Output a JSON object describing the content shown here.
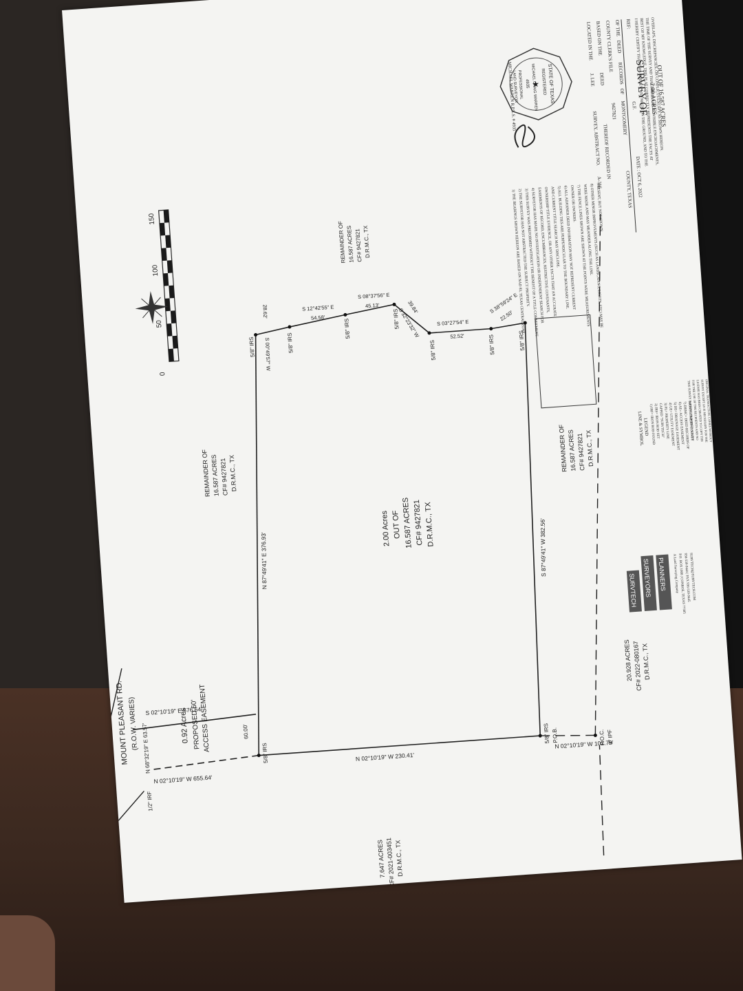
{
  "road": {
    "name": "MOUNT PLEASANT RD.",
    "row": "(R.O.W. VARIES)",
    "marker": "1/2\" IRF",
    "call_north": "N 68°32'19\" E 63.57'",
    "call_south": "N 02°10'19\" W 655.64'"
  },
  "easement": {
    "call": "S 02°10'19\" E 676.64'",
    "area": "0.92 Acres",
    "label_1": "PROPOSED 60'",
    "label_2": "ACCESS EASEMENT",
    "width": "60.00'"
  },
  "west_line": {
    "call_main": "N 02°10'19\" W 230.41'",
    "call_poc": "N 02°10'19\" W 102.79'"
  },
  "north_line": {
    "call": "N 87°49'41\" E 376.93'"
  },
  "south_line": {
    "call": "S 87°49'41\" W 382.56'"
  },
  "markers": {
    "irs": "5/8\" IRS",
    "pob": "P.O.B.",
    "poc": "P.O.C.",
    "ipf": "3\" IPF"
  },
  "east_calls": {
    "c1": "S 00°49'57\" W",
    "c1_dist": "28.62'",
    "c2": "S 12°42'55\" E",
    "c2_dist": "54.58'",
    "c3": "S 08°37'56\" E",
    "c3_dist": "45.13'",
    "c4": "S 32°23'32\" W",
    "c4_dist": "39.84'",
    "c5": "S 03°27'54\" E",
    "c5_dist": "52.52'",
    "c6": "S 38°59'24\" E",
    "c6_dist": "22.50'"
  },
  "tract": {
    "l1": "2.00 Acres",
    "l2": "OUT OF",
    "l3": "16.587 ACRES",
    "l4": "CF# 9427821",
    "l5": "D.R.M.C., TX"
  },
  "remainder": {
    "l1": "REMAINDER OF",
    "l2": "16.587 ACRES",
    "l3": "CF# 9427821",
    "l4": "D.R.M.C., TX"
  },
  "remainder_ne": {
    "l1": "REMAINDER OF",
    "l2": "16.587 ACRES",
    "l3": "CF# 9427821",
    "l4": "D.R.M.C., TX"
  },
  "adjoiner_west": {
    "l1": "7.647 ACRES",
    "l2": "CF# 2021-003451",
    "l3": "D.R.M.C., TX"
  },
  "adjoiner_south": {
    "l1": "20.928 ACRES",
    "l2": "CF# 2022-080167",
    "l3": "D.R.M.C., TX"
  },
  "scale": {
    "s0": "0",
    "s1": "50",
    "s2": "100",
    "s3": "150"
  },
  "title_block": {
    "title": "SURVEY OF",
    "sub1": "2.00 ACRES",
    "sub2": "OUT OF 16.587 ACRES",
    "located": "LOCATED IN THE",
    "survey_name": "J. LEE",
    "survey_abstract": "SURVEY, ABSTRACT NO.",
    "abstract_no": "A-316",
    "based_on": "BASED ON THE",
    "deed": "DEED",
    "recorded": "THEREOF RECORDED IN",
    "clerks_file": "COUNTY CLERK'S FILE",
    "file_no": "9427821",
    "of_the": "OF THE",
    "deed2": "DEED",
    "records": "RECORDS",
    "of": "OF",
    "county": "MONTGOMERY",
    "county_texas": "COUNTY, TEXAS",
    "ref": "REF:",
    "gf": "G.F.",
    "date": "DATE : OCT 6, 2022",
    "cert1": "I HEREBY CERTIFY THAT THIS SURVEY WAS MADE ON THE GROUND, AND TO THE",
    "cert2": "BEST OF MY KNOWLEDGE, THIS PLAT CORRECTLY REPRESENTS THE FACTS AT",
    "cert3": "THE TIME OF THE SURVEY AND THAT THERE ARE NO VISIBLE ENCROACHMENTS,",
    "cert4": "OVERLAPS, DISCREPANCIES, OR CONFLICTS EXCEPT AS SHOWN HEREON.",
    "surveyor": "MICHAEL WARREN R.P.L.S. # 4935"
  },
  "seal": {
    "state": "STATE OF TEXAS",
    "registered": "REGISTERED",
    "name": "MICHAEL CRAIG WARREN",
    "number": "4935",
    "professional": "PROFESSIONAL",
    "land": "LAND SURVEYOR"
  },
  "notes": [
    "1) THE BEARINGS SHOWN HEREON ARE BASED ON NAD 83, TEXAS CENTRAL ZONE.",
    "2) THE SURVEYOR HAS NOT ABSTRACTED THE SUBJECT PROPERTY.",
    "3) THIS SURVEY WAS PREFORMED WITHOUT THE BENEFIT OF A TITLE COMMITMENT.",
    "4) SURVEYOR HAS MADE NO INVESTIGATION OR INDEPENDENT SEARCH FOR",
    "EASEMENTS OF RECORD, ENCUMBRANCES, RESTRICTIVE COVENANTS,",
    "OWNERSHIP TITLE EVIDENCE, OR ANY OTHER FACTS THAT AN ACCURATE",
    "AND CURRENT TITLE SEARCH MAY DISCLOSE.",
    "5) ALL BUILDING TIES ARE PERPENDICULAR TO THE BOUNDARY LINE.",
    "6) ALL ADJOINER DEED INFORMATION MAY NOT REPRESENT CURRENT",
    "OWNER OR OWNERS.",
    "7) THE FENCE LINES SHOWN ARE SHOWN AT THE POINTS WERE MEASUREMENTS",
    "WERE MADE AND MAY MEANDER ALONG THE LINE.",
    "8) OTHER MINOR IMPROVEMENTS (SUCH AS LANDSCAPING, LIGHTS, ETC) MAY BE",
    "PRESENT, BUT NOT SHOWN."
  ],
  "legend": {
    "title": "LINE & SYMBOL",
    "title2": "LEGEND",
    "items": [
      "1) IRF= IRON ROD FOUND",
      "2) IRS= IRON ROD SET",
      "CAPPED \"SURVTECH\"",
      "3) PL= PROPERTY LINE",
      "4) UE= UTILITY EASEMENT",
      "5) DE= DRAINAGE EASEMENT",
      "6) AE= ACCESS EASEMENT",
      "7) DRMC= DEED RECORDS OF",
      "MONTGOMERY COUNTY"
    ]
  },
  "company": {
    "name1": "SURVTECH",
    "name2": "SURVEYORS",
    "name3": "PLANNERS",
    "tag": "A Land Surveying Company",
    "addr": "P.O. BOX 1008 | CONROE, TEXAS 77305",
    "phone": "936-539-9444 | FAX 936-539-9445",
    "email": "SURVTECH@SURVTECH.COM"
  },
  "footnote": [
    "THIS SURVEY IS BEING PROVIDED SOLELY",
    "FOR THE USE OF THE RECIPIENTS AND NO",
    "LICENSE HAS BEEN CREATED TO COPY THE",
    "SURVEY EXCEPT AS IS NECESSARY FOR THE",
    "ORIGINAL TRANSACTION. COPIES WITHOUT",
    "ORIGINAL SIGNATURE AND SEAL ARE",
    "CHECK WAS REQUIRED."
  ]
}
